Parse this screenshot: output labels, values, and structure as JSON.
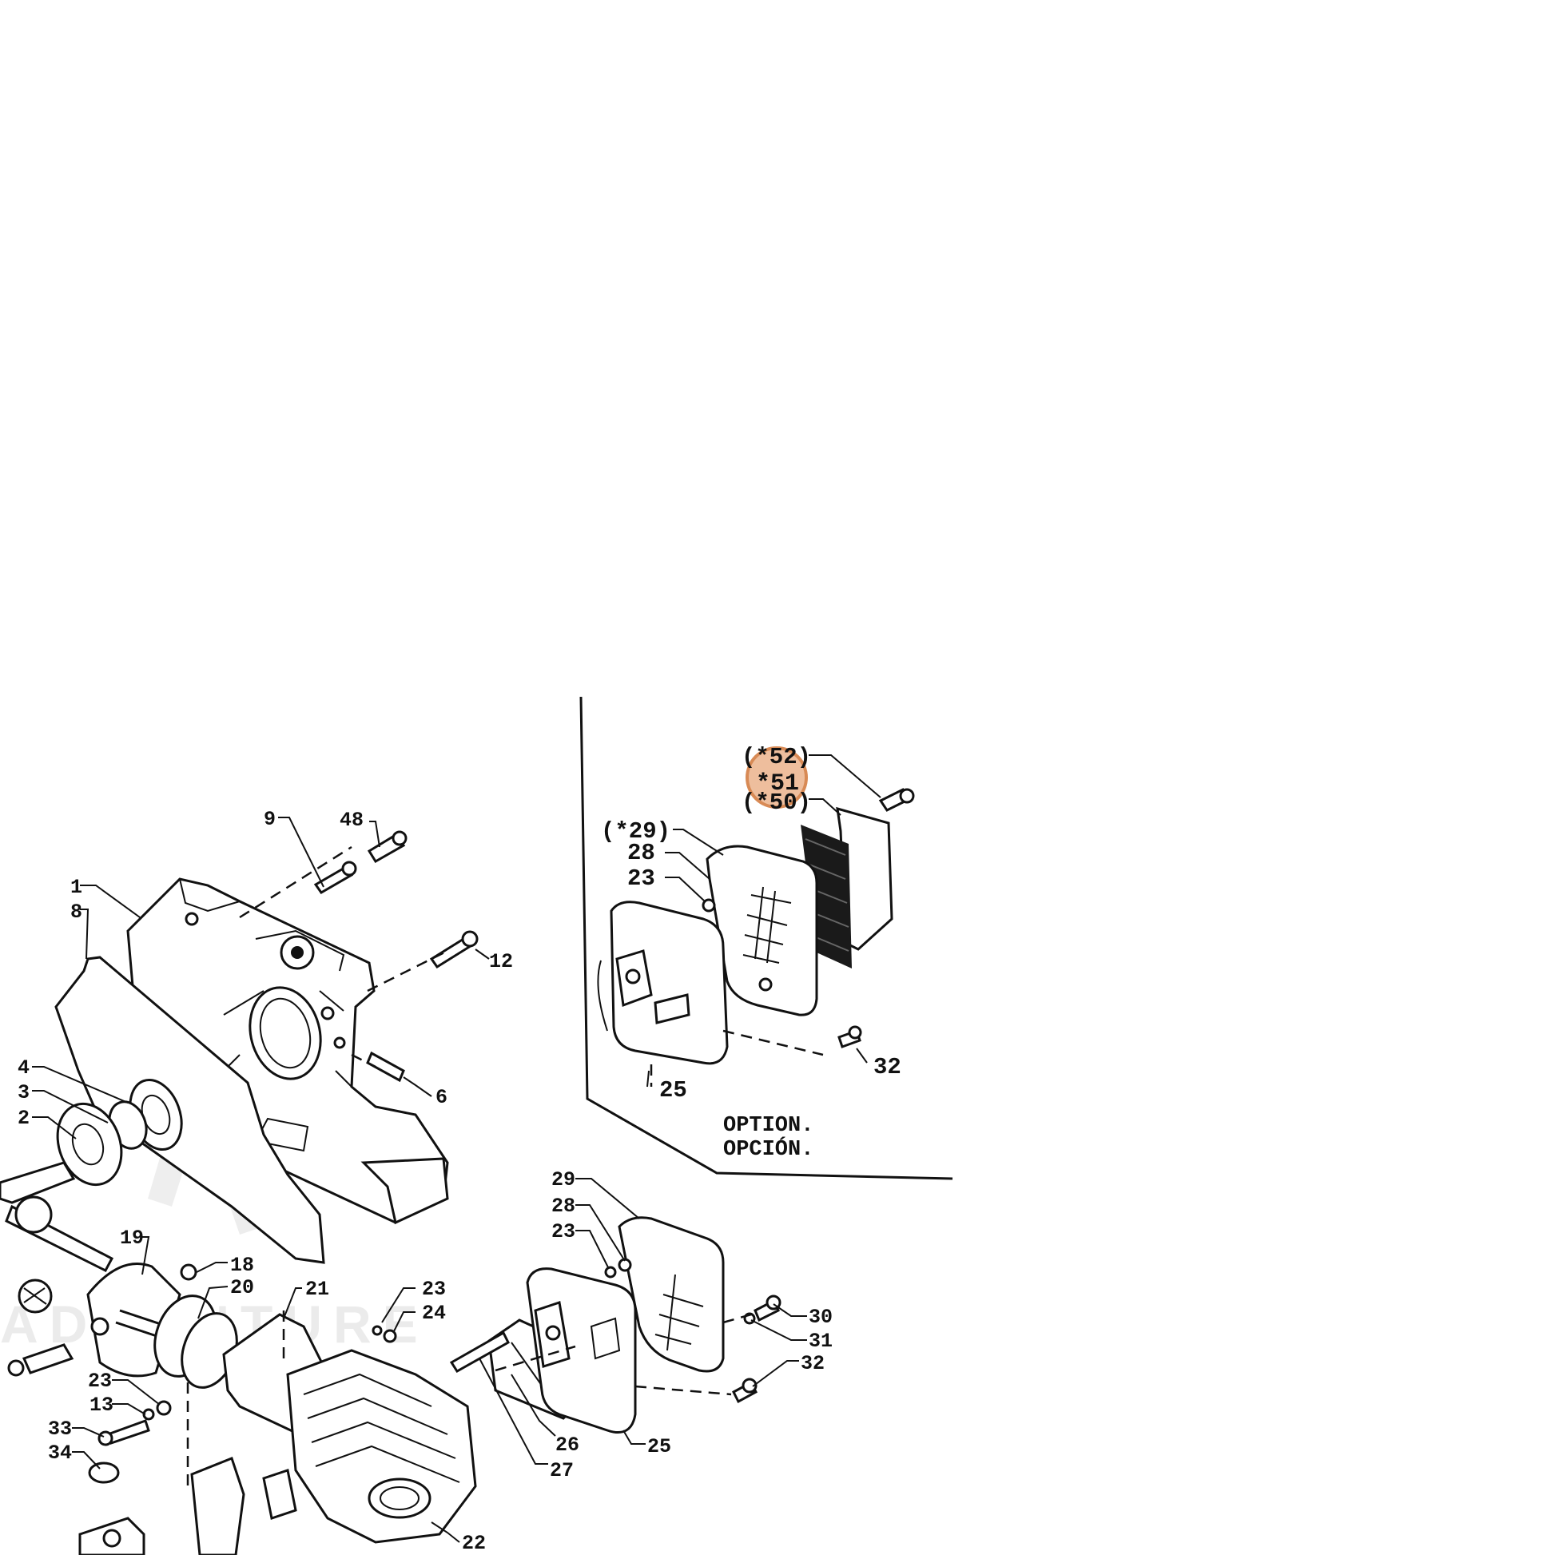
{
  "diagram": {
    "option_box": {
      "label_line1": "OPTION.",
      "label_line2": "OPCIÓN."
    },
    "watermark": "ADVENTURE",
    "highlight": {
      "label": "*51",
      "color": "#e8a87c"
    },
    "callouts": {
      "c1": "1",
      "c2": "2",
      "c3": "3",
      "c4": "4",
      "c6": "6",
      "c8": "8",
      "c9": "9",
      "c12": "12",
      "c13": "13",
      "c18": "18",
      "c19": "19",
      "c20": "20",
      "c21": "21",
      "c22": "22",
      "c23a": "23",
      "c24": "24",
      "c23b": "23",
      "c23c": "23",
      "c25a": "25",
      "c26": "26",
      "c27": "27",
      "c28a": "28",
      "c29a": "29",
      "c30": "30",
      "c31": "31",
      "c32a": "32",
      "c33": "33",
      "c34": "34",
      "c48": "48",
      "opt_c52": "(*52)",
      "opt_c50": "(*50)",
      "opt_c29": "(*29)",
      "opt_c28": "28",
      "opt_c23": "23",
      "opt_c25": "25",
      "opt_c32": "32"
    }
  }
}
